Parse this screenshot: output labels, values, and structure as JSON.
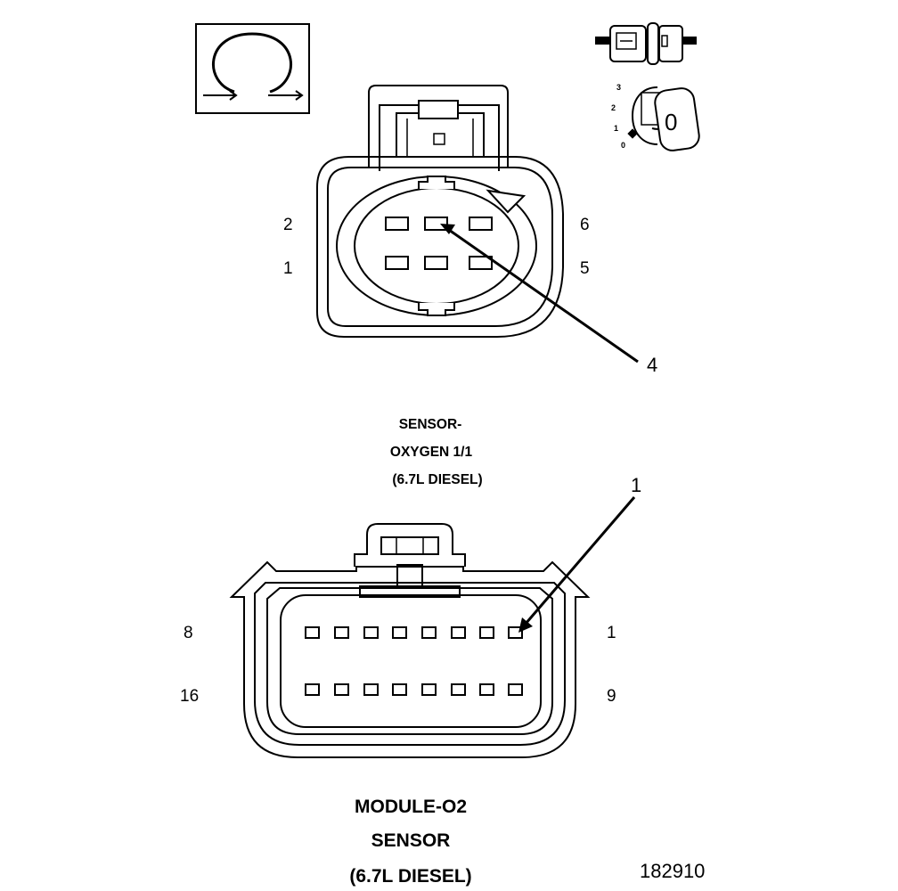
{
  "connector_top": {
    "pin_labels": {
      "top_left": "2",
      "bottom_left": "1",
      "top_right": "6",
      "bottom_right": "5"
    },
    "callout": "4",
    "caption": [
      "SENSOR-",
      "OXYGEN 1/1",
      "(6.7L DIESEL)"
    ]
  },
  "connector_bottom": {
    "pin_labels": {
      "top_left": "8",
      "bottom_left": "16",
      "top_right": "1",
      "bottom_right": "9"
    },
    "callout": "1",
    "caption": [
      "MODULE-O2",
      "SENSOR",
      "(6.7L DIESEL)"
    ]
  },
  "key_icon": {
    "positions": [
      "3",
      "2",
      "1",
      "0"
    ],
    "key_label": "0"
  },
  "figure_number": "182910",
  "icons": [
    "omega-symbol-icon",
    "connector-side-view-icon",
    "ignition-key-icon"
  ]
}
